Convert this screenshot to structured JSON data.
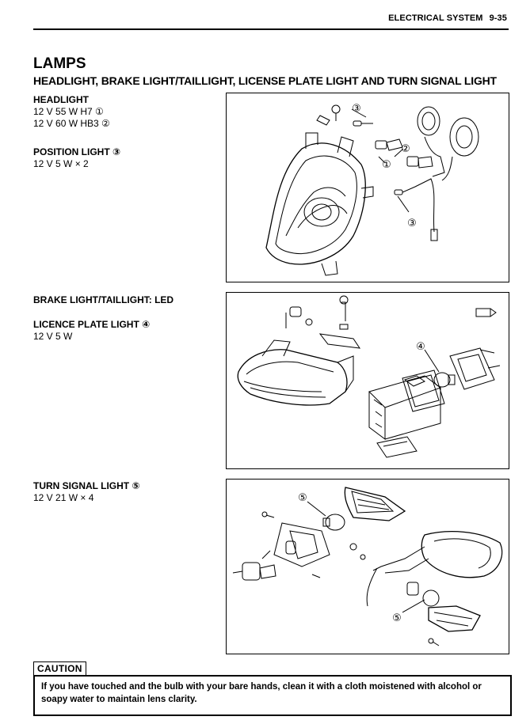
{
  "header": {
    "section": "ELECTRICAL SYSTEM",
    "page": "9-35"
  },
  "title": "LAMPS",
  "subtitle": "HEADLIGHT, BRAKE LIGHT/TAILLIGHT, LICENSE PLATE LIGHT AND TURN SIGNAL LIGHT",
  "headlight": {
    "heading": "HEADLIGHT",
    "line1": "12 V 55 W H7 ①",
    "line2": "12 V 60 W HB3 ②"
  },
  "position_light": {
    "heading": "POSITION LIGHT ③",
    "line1": "12 V 5 W × 2"
  },
  "brake_light": {
    "heading": "BRAKE LIGHT/TAILLIGHT: LED"
  },
  "licence_light": {
    "heading": "LICENCE PLATE LIGHT ④",
    "line1": "12 V 5 W"
  },
  "turn_signal": {
    "heading": "TURN SIGNAL LIGHT ⑤",
    "line1": "12 V 21 W × 4"
  },
  "callouts": {
    "c1": "①",
    "c2": "②",
    "c3": "③",
    "c4": "④",
    "c5": "⑤"
  },
  "caution": {
    "label": "CAUTION",
    "text": "If you have touched and the bulb with your bare hands, clean it with a cloth moistened with alcohol or soapy water to maintain lens clarity."
  }
}
